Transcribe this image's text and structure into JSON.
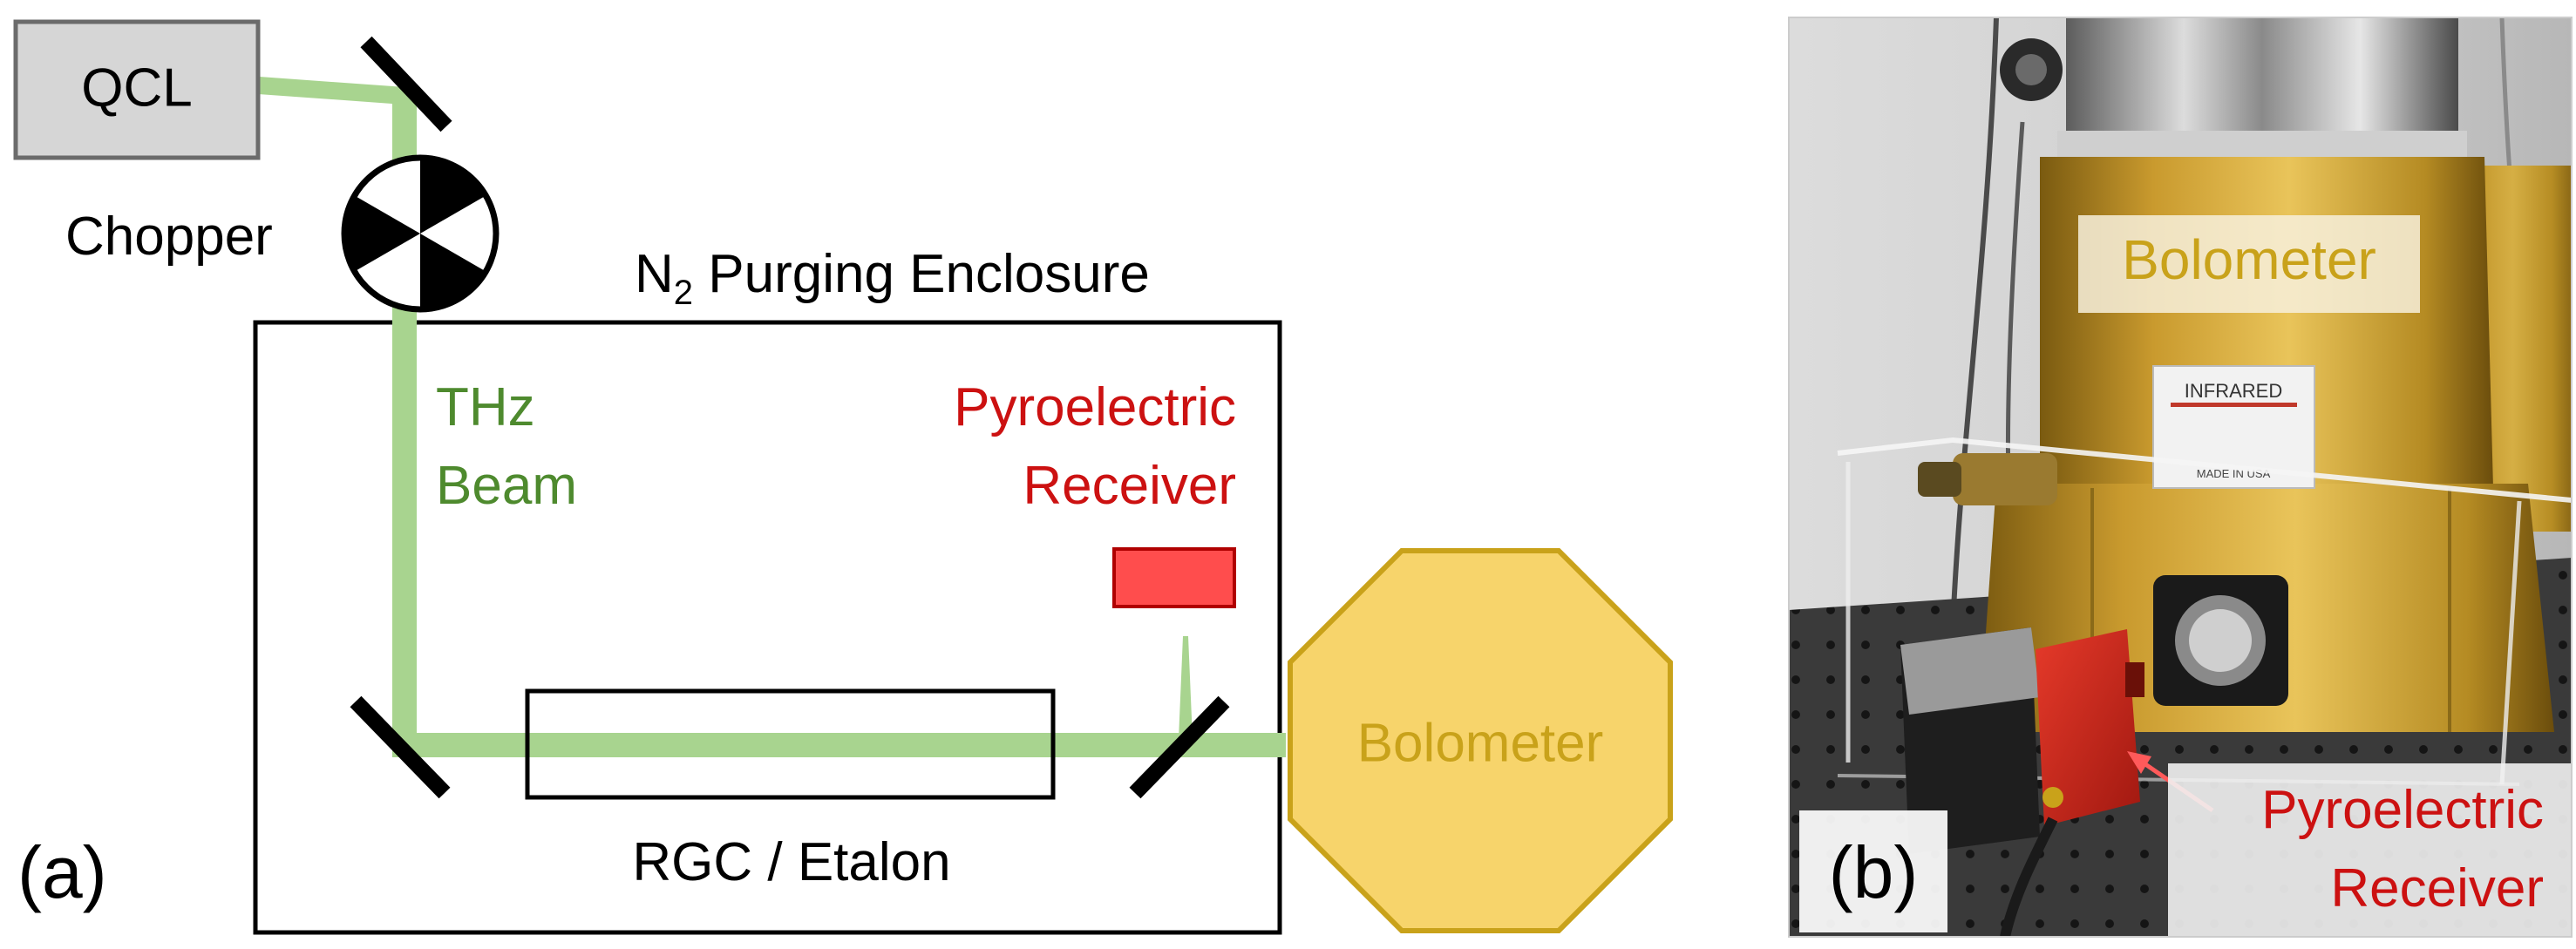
{
  "panel_a": {
    "source": "QCL",
    "chopper": "Chopper",
    "enclosure_prefix": "N",
    "enclosure_sub": "2",
    "enclosure_suffix": " Purging Enclosure",
    "beam_line1": "THz",
    "beam_line2": "Beam",
    "pyro_line1": "Pyroelectric",
    "pyro_line2": "Receiver",
    "cell": "RGC / Etalon",
    "detector": "Bolometer",
    "panel_label": "(a)"
  },
  "panel_b": {
    "bolometer_label": "Bolometer",
    "pyro_line1": "Pyroelectric",
    "pyro_line2": "Receiver",
    "panel_label": "(b)",
    "sticker_brand": "INFRARED",
    "sticker_text": "MADE IN USA"
  },
  "colors": {
    "beam": "#a8d48f",
    "beam_text": "#4e8a2e",
    "pyro_red": "#cc1111",
    "pyro_box": "#ff4d4d",
    "bolometer_fill": "#f7d46b",
    "bolometer_stroke": "#c9a21a",
    "bolometer_text": "#c9a21a",
    "qcl_fill": "#d6d6d6"
  }
}
